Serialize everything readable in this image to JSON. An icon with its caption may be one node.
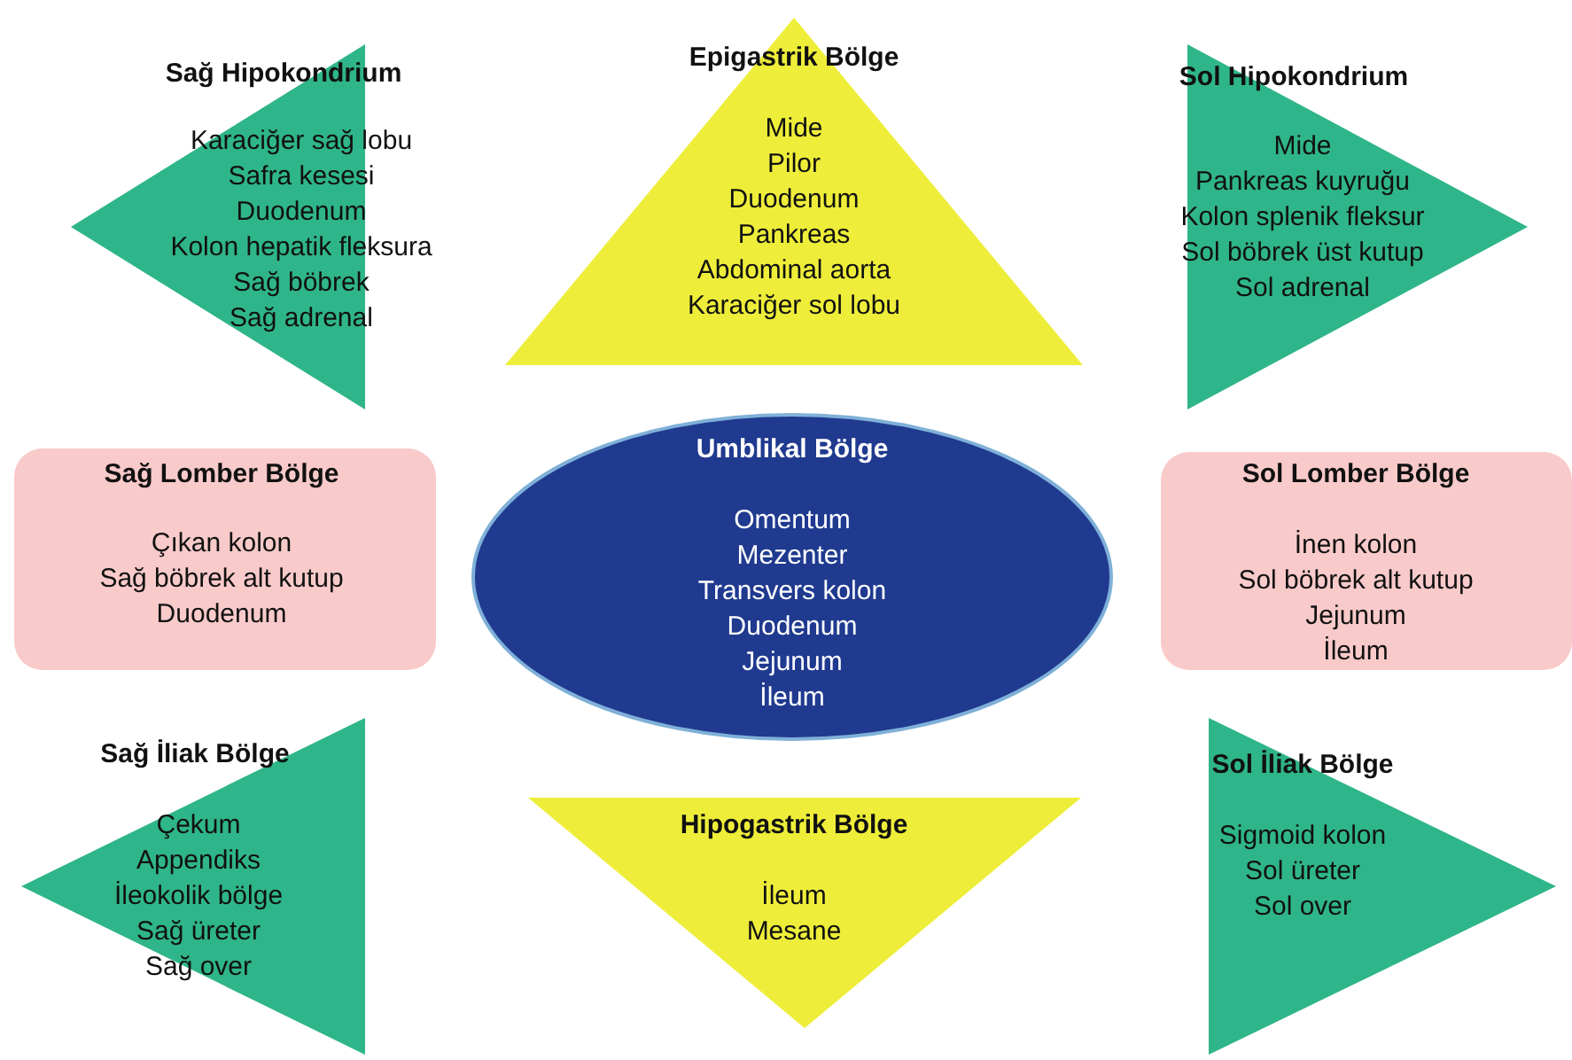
{
  "diagram": {
    "nodes": [
      {
        "text": [
          "Sağ Hipokondrium",
          "Karaciğer sağ lobu",
          "Safra kesesi",
          "Duodenum",
          "Kolon hepatik fleksura",
          "Sağ böbrek",
          "Sağ adrenal"
        ]
      },
      {
        "text": [
          "Epigastrik Bölge",
          "Mide",
          "Pilor",
          "Duodenum",
          "Pankreas",
          "Abdominal aorta",
          "Karaciğer sol lobu"
        ]
      },
      {
        "text": [
          "Sol Hipokondrium",
          "Mide",
          "Pankreas kuyruğu",
          "Kolon splenik fleksur",
          "Sol böbrek üst kutup",
          "Sol adrenal"
        ]
      },
      {
        "text": [
          "Sağ Lomber Bölge",
          "Çıkan kolon",
          "Sağ böbrek alt kutup",
          "Duodenum"
        ]
      },
      {
        "text": [
          "Umblikal Bölge",
          "Omentum",
          "Mezenter",
          "Transvers kolon",
          "Duodenum",
          "Jejunum",
          "İleum"
        ]
      },
      {
        "text": [
          "Sol Lomber Bölge",
          "İnen kolon",
          "Sol böbrek alt kutup",
          "Jejunum",
          "İleum"
        ]
      },
      {
        "text": [
          "Sağ İliak Bölge",
          "Çekum",
          "Appendiks",
          "İleokolik bölge",
          "Sağ üreter",
          "Sağ over"
        ]
      },
      {
        "text": [
          "Hipogastrik Bölge",
          "İleum",
          "Mesane"
        ]
      },
      {
        "text": [
          "Sol İliak Bölge",
          "Sigmoid kolon",
          "Sol üreter",
          "Sol over"
        ]
      }
    ]
  }
}
